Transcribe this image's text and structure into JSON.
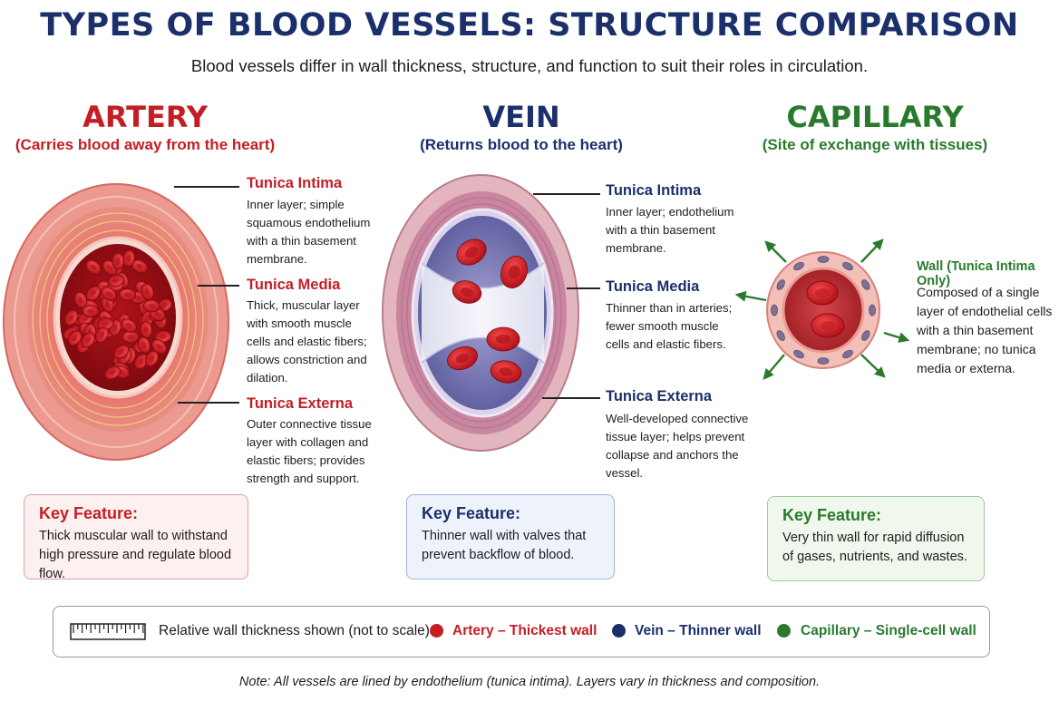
{
  "title": "TYPES OF BLOOD VESSELS: STRUCTURE COMPARISON",
  "subtitle": "Blood vessels differ in wall thickness, structure, and function to suit their roles in circulation.",
  "colors": {
    "artery": "#c41e24",
    "vein": "#1b2f6b",
    "capillary": "#2a7a2e"
  },
  "artery": {
    "title": "ARTERY",
    "subtitle": "(Carries blood away from the heart)",
    "layers": [
      {
        "label": "Tunica Intima",
        "lines": [
          "Inner layer; simple",
          "squamous endothelium",
          "with a thin basement",
          "membrane."
        ]
      },
      {
        "label": "Tunica Media",
        "lines": [
          "Thick, muscular layer",
          "with smooth muscle",
          "cells and elastic fibers;",
          "allows constriction and",
          "dilation."
        ]
      },
      {
        "label": "Tunica Externa",
        "lines": [
          "Outer connective tissue",
          "layer with collagen and",
          "elastic fibers; provides",
          "strength and support."
        ]
      }
    ],
    "key": {
      "title": "Key Feature:",
      "lines": [
        "Thick muscular wall to withstand",
        "high pressure and regulate blood flow."
      ]
    }
  },
  "vein": {
    "title": "VEIN",
    "subtitle": "(Returns blood to the heart)",
    "layers": [
      {
        "label": "Tunica Intima",
        "lines": [
          "Inner layer; endothelium",
          "with a thin basement",
          "membrane."
        ]
      },
      {
        "label": "Tunica Media",
        "lines": [
          "Thinner than in arteries;",
          "fewer smooth muscle",
          "cells and elastic fibers."
        ]
      },
      {
        "label": "Tunica Externa",
        "lines": [
          "Well-developed connective",
          "tissue layer; helps prevent",
          "collapse and anchors the",
          "vessel."
        ]
      }
    ],
    "key": {
      "title": "Key Feature:",
      "lines": [
        "Thinner wall with valves that",
        "prevent backflow of blood."
      ]
    }
  },
  "capillary": {
    "title": "CAPILLARY",
    "subtitle": "(Site of exchange with tissues)",
    "wall": {
      "label": "Wall (Tunica Intima Only)",
      "lines": [
        "Composed of a single",
        "layer of endothelial cells",
        "with a thin basement",
        "membrane; no tunica",
        "media or externa."
      ]
    },
    "key": {
      "title": "Key Feature:",
      "lines": [
        "Very thin wall for rapid diffusion",
        "of gases, nutrients, and wastes."
      ]
    }
  },
  "legend": {
    "scale_text": "Relative wall thickness shown (not to scale)",
    "artery": "Artery – Thickest wall",
    "vein": "Vein – Thinner wall",
    "capillary": "Capillary – Single-cell wall"
  },
  "note": "Note: All vessels are lined by endothelium (tunica intima). Layers vary in thickness and composition."
}
